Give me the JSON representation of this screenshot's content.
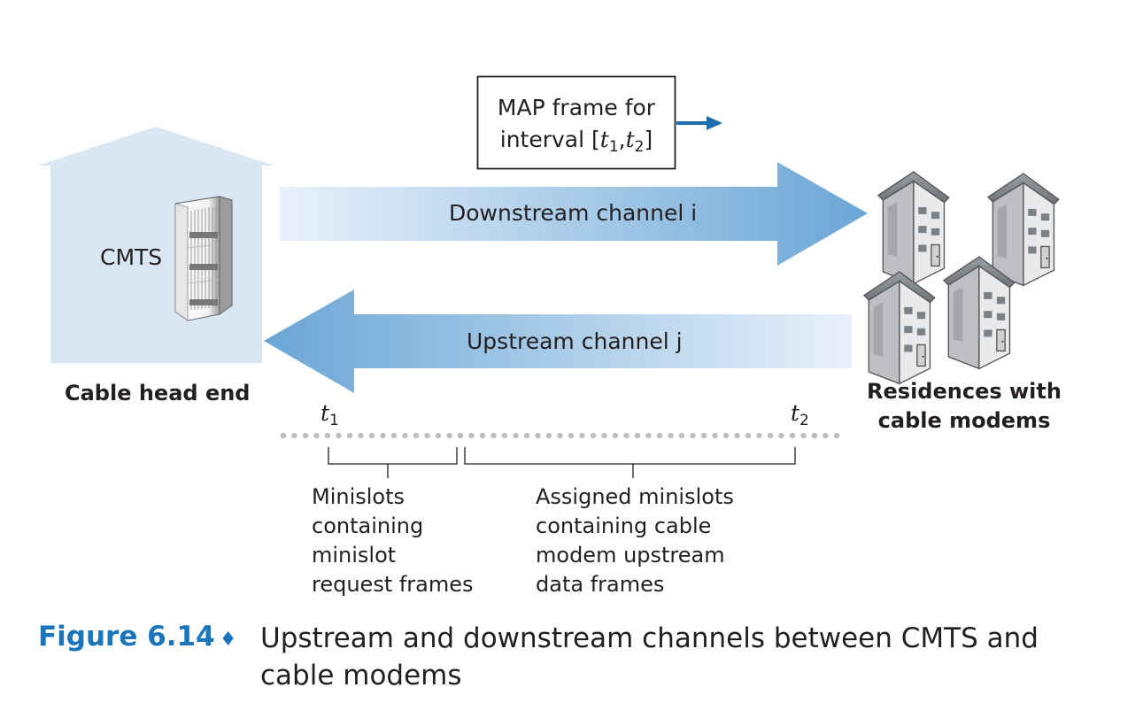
{
  "headend": {
    "cmts_label": "CMTS",
    "caption": "Cable head end"
  },
  "residences": {
    "caption_line1": "Residences with",
    "caption_line2": "cable modems"
  },
  "map_frame": {
    "line1": "MAP frame for",
    "line2_prefix": "interval [",
    "t1_var": "t",
    "t1_sub": "1",
    "comma": ",",
    "t2_var": "t",
    "t2_sub": "2",
    "line2_suffix": "]"
  },
  "channels": {
    "downstream": "Downstream channel i",
    "upstream": "Upstream channel j"
  },
  "timeline": {
    "t1_var": "t",
    "t1_sub": "1",
    "t2_var": "t",
    "t2_sub": "2"
  },
  "annotations": {
    "minislots": [
      "Minislots",
      "containing",
      "minislot",
      "request frames"
    ],
    "assigned": [
      "Assigned minislots",
      "containing cable",
      "modem upstream",
      "data frames"
    ]
  },
  "caption": {
    "figure": "Figure 6.14",
    "diamond": "♦",
    "text_line1": "Upstream and downstream channels between CMTS and",
    "text_line2": "cable modems"
  },
  "colors": {
    "house_bg": "#d9e7f4",
    "arrow_dark": "#6aa6d6",
    "arrow_light": "#e8f1fa",
    "figure_blue": "#1b75bb",
    "map_arrow": "#1b6fb0"
  }
}
